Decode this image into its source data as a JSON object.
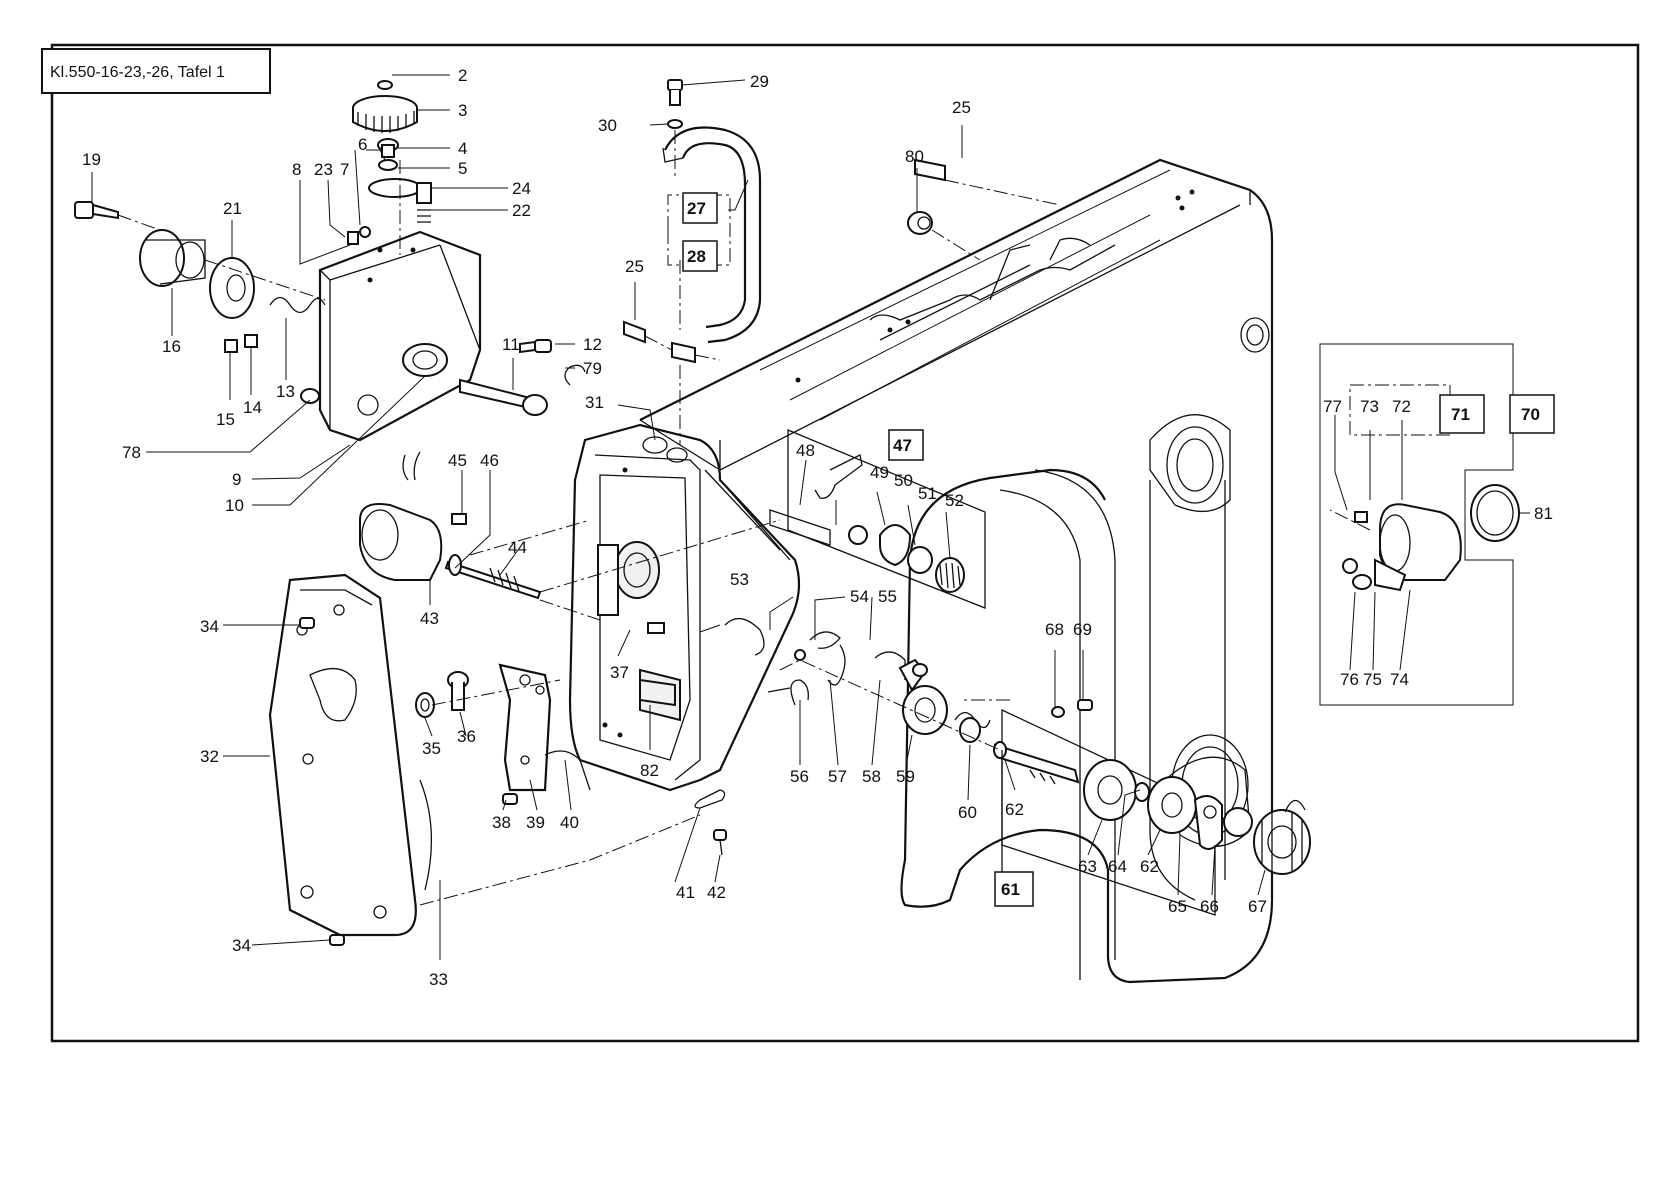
{
  "title": "Kl.550-16-23,-26, Tafel 1",
  "callouts": [
    {
      "id": "2",
      "text": "2"
    },
    {
      "id": "3",
      "text": "3"
    },
    {
      "id": "4",
      "text": "4"
    },
    {
      "id": "5",
      "text": "5"
    },
    {
      "id": "6",
      "text": "6"
    },
    {
      "id": "7",
      "text": "7"
    },
    {
      "id": "8",
      "text": "8"
    },
    {
      "id": "9",
      "text": "9"
    },
    {
      "id": "10",
      "text": "10"
    },
    {
      "id": "11",
      "text": "11"
    },
    {
      "id": "12",
      "text": "12"
    },
    {
      "id": "13",
      "text": "13"
    },
    {
      "id": "14",
      "text": "14"
    },
    {
      "id": "15",
      "text": "15"
    },
    {
      "id": "16",
      "text": "16"
    },
    {
      "id": "19",
      "text": "19"
    },
    {
      "id": "21",
      "text": "21"
    },
    {
      "id": "22",
      "text": "22"
    },
    {
      "id": "23",
      "text": "23"
    },
    {
      "id": "24",
      "text": "24"
    },
    {
      "id": "25a",
      "text": "25"
    },
    {
      "id": "25b",
      "text": "25"
    },
    {
      "id": "29",
      "text": "29"
    },
    {
      "id": "30",
      "text": "30"
    },
    {
      "id": "31",
      "text": "31"
    },
    {
      "id": "32",
      "text": "32"
    },
    {
      "id": "33",
      "text": "33"
    },
    {
      "id": "34a",
      "text": "34"
    },
    {
      "id": "34b",
      "text": "34"
    },
    {
      "id": "35",
      "text": "35"
    },
    {
      "id": "36",
      "text": "36"
    },
    {
      "id": "37",
      "text": "37"
    },
    {
      "id": "38",
      "text": "38"
    },
    {
      "id": "39",
      "text": "39"
    },
    {
      "id": "40",
      "text": "40"
    },
    {
      "id": "41",
      "text": "41"
    },
    {
      "id": "42",
      "text": "42"
    },
    {
      "id": "43",
      "text": "43"
    },
    {
      "id": "44",
      "text": "44"
    },
    {
      "id": "45",
      "text": "45"
    },
    {
      "id": "46",
      "text": "46"
    },
    {
      "id": "48",
      "text": "48"
    },
    {
      "id": "49",
      "text": "49"
    },
    {
      "id": "50",
      "text": "50"
    },
    {
      "id": "51",
      "text": "51"
    },
    {
      "id": "52",
      "text": "52"
    },
    {
      "id": "53",
      "text": "53"
    },
    {
      "id": "54",
      "text": "54"
    },
    {
      "id": "55",
      "text": "55"
    },
    {
      "id": "56",
      "text": "56"
    },
    {
      "id": "57",
      "text": "57"
    },
    {
      "id": "58",
      "text": "58"
    },
    {
      "id": "59",
      "text": "59"
    },
    {
      "id": "60",
      "text": "60"
    },
    {
      "id": "62a",
      "text": "62"
    },
    {
      "id": "62b",
      "text": "62"
    },
    {
      "id": "63",
      "text": "63"
    },
    {
      "id": "64",
      "text": "64"
    },
    {
      "id": "65",
      "text": "65"
    },
    {
      "id": "66",
      "text": "66"
    },
    {
      "id": "67",
      "text": "67"
    },
    {
      "id": "68",
      "text": "68"
    },
    {
      "id": "69",
      "text": "69"
    },
    {
      "id": "72",
      "text": "72"
    },
    {
      "id": "73",
      "text": "73"
    },
    {
      "id": "74",
      "text": "74"
    },
    {
      "id": "75",
      "text": "75"
    },
    {
      "id": "76",
      "text": "76"
    },
    {
      "id": "77",
      "text": "77"
    },
    {
      "id": "78",
      "text": "78"
    },
    {
      "id": "79",
      "text": "79"
    },
    {
      "id": "80",
      "text": "80"
    },
    {
      "id": "81",
      "text": "81"
    },
    {
      "id": "82",
      "text": "82"
    }
  ],
  "group_boxes": [
    {
      "id": "27",
      "text": "27"
    },
    {
      "id": "28",
      "text": "28"
    },
    {
      "id": "47",
      "text": "47"
    },
    {
      "id": "61",
      "text": "61"
    },
    {
      "id": "70",
      "text": "70"
    },
    {
      "id": "71",
      "text": "71"
    }
  ],
  "colors": {
    "ink": "#111111",
    "paper": "#ffffff"
  }
}
